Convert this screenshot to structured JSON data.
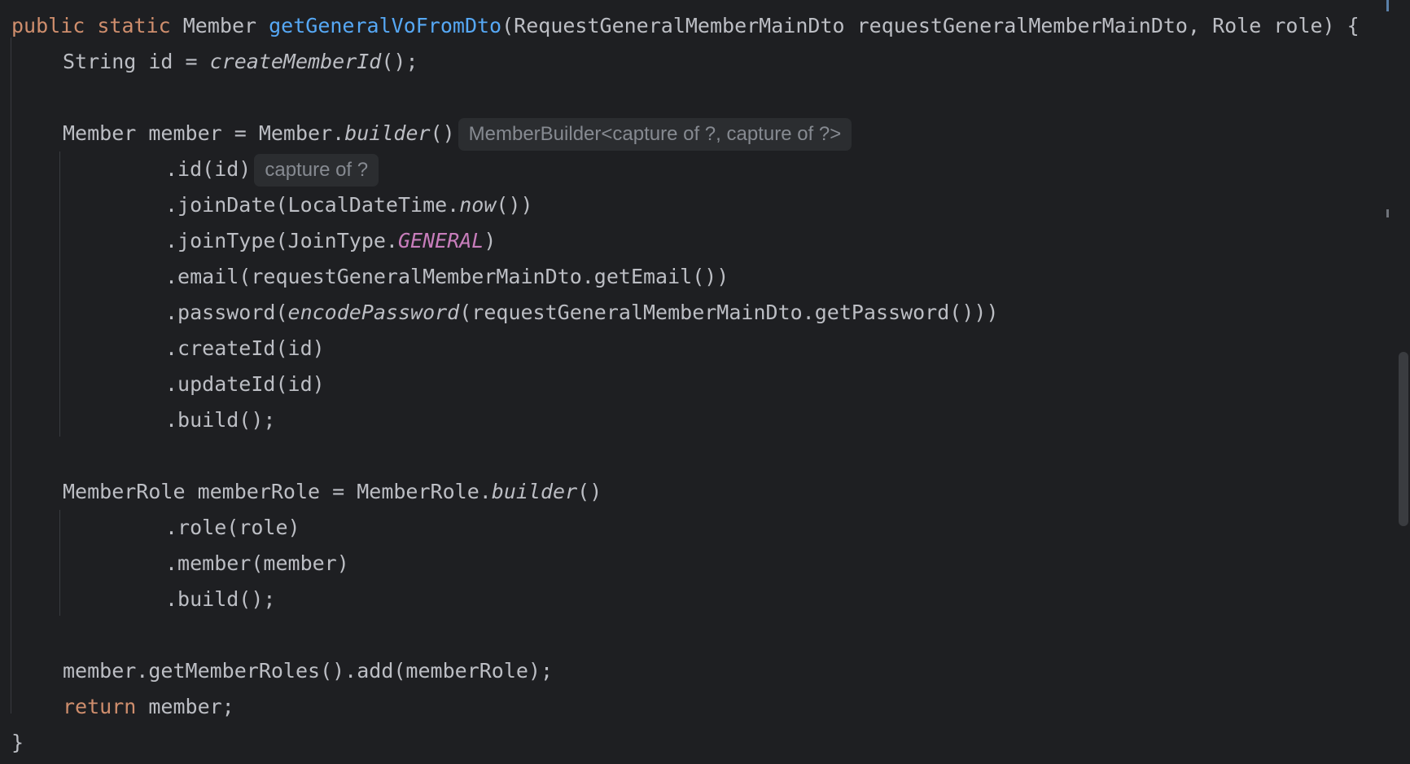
{
  "code": {
    "line1": {
      "kw_public": "public",
      "kw_static": "static",
      "type_member": "Member",
      "method_name": "getGeneralVoFromDto",
      "params": "(RequestGeneralMemberMainDto requestGeneralMemberMainDto, Role role) {"
    },
    "line2": {
      "prefix": "String id = ",
      "call": "createMemberId",
      "suffix": "();"
    },
    "line4": {
      "prefix": "Member member = Member.",
      "call": "builder",
      "suffix": "()",
      "hint": "MemberBuilder<capture of ?, capture of ?>"
    },
    "line5": {
      "text": ".id(id)",
      "hint": "capture of ?"
    },
    "line6": {
      "prefix": ".joinDate(LocalDateTime.",
      "call": "now",
      "suffix": "())"
    },
    "line7": {
      "prefix": ".joinType(JoinType.",
      "constant": "GENERAL",
      "suffix": ")"
    },
    "line8": {
      "text": ".email(requestGeneralMemberMainDto.getEmail())"
    },
    "line9": {
      "prefix": ".password(",
      "call": "encodePassword",
      "suffix": "(requestGeneralMemberMainDto.getPassword()))"
    },
    "line10": {
      "text": ".createId(id)"
    },
    "line11": {
      "text": ".updateId(id)"
    },
    "line12": {
      "text": ".build();"
    },
    "line14": {
      "prefix": "MemberRole memberRole = MemberRole.",
      "call": "builder",
      "suffix": "()"
    },
    "line15": {
      "text": ".role(role)"
    },
    "line16": {
      "text": ".member(member)"
    },
    "line17": {
      "text": ".build();"
    },
    "line19": {
      "text": "member.getMemberRoles().add(memberRole);"
    },
    "line20": {
      "kw_return": "return",
      "suffix": " member;"
    },
    "line21": {
      "text": "}"
    }
  },
  "colors": {
    "background": "#1e1f22",
    "text": "#bcbec4",
    "keyword": "#cf8e6d",
    "method_declaration": "#56a8f5",
    "constant": "#c77dbb",
    "hint_text": "#868a91",
    "hint_background": "#2b2d30"
  }
}
